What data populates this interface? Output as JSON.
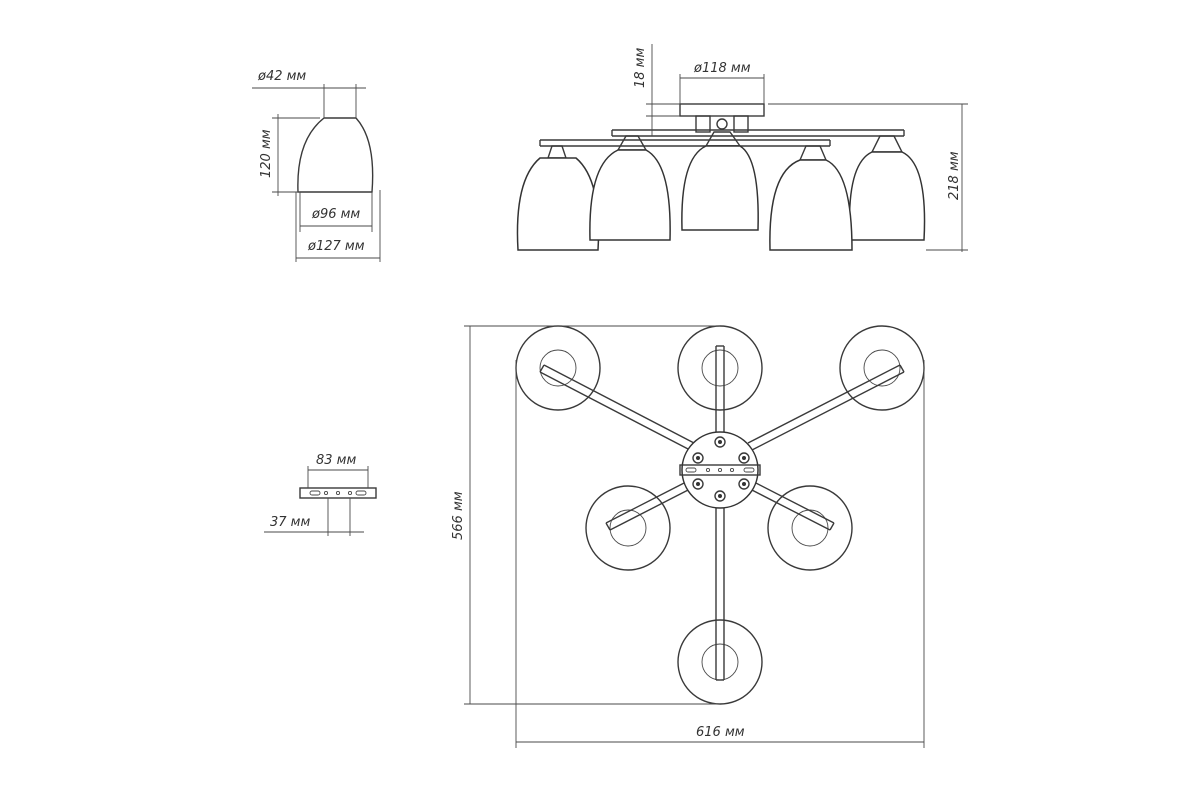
{
  "shade_dims": {
    "top_diameter": "ø42 мм",
    "height": "120 мм",
    "inner_diameter": "ø96 мм",
    "outer_diameter": "ø127 мм"
  },
  "side_view_dims": {
    "plate_thickness": "18 мм",
    "plate_diameter": "ø118 мм",
    "total_height": "218 мм"
  },
  "bracket_dims": {
    "width": "83 мм",
    "offset": "37 мм"
  },
  "top_view_dims": {
    "height": "566 мм",
    "width": "616 мм"
  },
  "colors": {
    "line": "#3a3a3a",
    "background": "#ffffff"
  }
}
